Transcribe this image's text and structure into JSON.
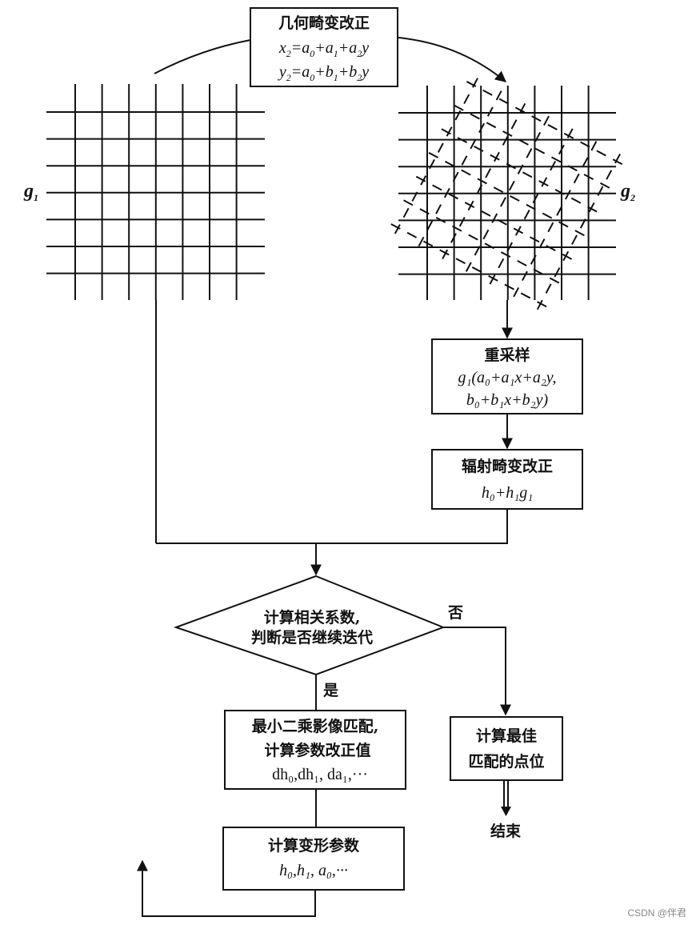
{
  "geometric_correction": {
    "title": "几何畸变改正",
    "eq1": {
      "lhs": "x",
      "lhs_sub": "2",
      "rhs": [
        "a",
        "0",
        "a",
        "1",
        "a",
        "2",
        "y"
      ]
    },
    "eq2": {
      "lhs": "y",
      "lhs_sub": "2",
      "rhs": [
        "a",
        "0",
        "b",
        "1",
        "b",
        "2",
        "y"
      ]
    }
  },
  "grid_labels": {
    "left": "g",
    "left_sub": "1",
    "right": "g",
    "right_sub": "2"
  },
  "resample": {
    "title": "重采样",
    "line1": "g₁(a₀+a₁x+a₂y,",
    "line2": "b₀+b₁x+b₂y)"
  },
  "radiometric": {
    "title": "辐射畸变改正",
    "formula": "h₀+h₁g₁"
  },
  "decision": {
    "line1": "计算相关系数,",
    "line2": "判断是否继续迭代",
    "no_label": "否",
    "yes_label": "是"
  },
  "lsm_box": {
    "line1": "最小二乘影像匹配,",
    "line2": "计算参数改正值",
    "line3": "dh₀,dh₁, da₁,···"
  },
  "best_match": {
    "line1": "计算最佳",
    "line2": "匹配的点位"
  },
  "end_label": "结束",
  "deform_params": {
    "line1": "计算变形参数",
    "line2": "h₀,h₁, a₀,···"
  },
  "watermark": "CSDN @伴君",
  "colors": {
    "ink": "#111111",
    "background": "#ffffff",
    "watermark": "#888888"
  }
}
